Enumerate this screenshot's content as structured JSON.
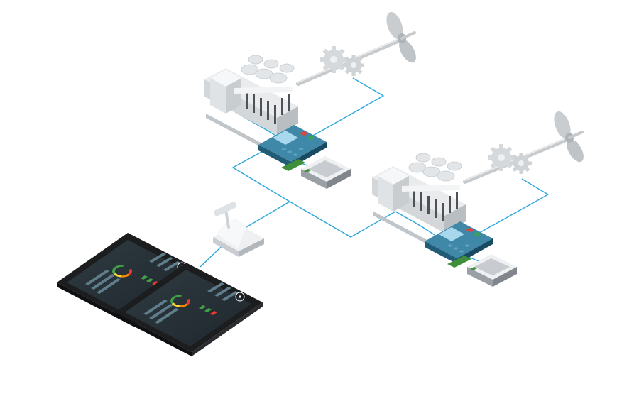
{
  "colors": {
    "network": "#2aa7dc",
    "engine_light": "#f2f3f4",
    "engine_mid": "#d9dcdf",
    "engine_dark": "#b7bcc1",
    "controller_top": "#3e86a6",
    "controller_side": "#1f5a75",
    "screen": "#9fd3ea",
    "button_red": "#d9463b",
    "button_green": "#3aa35a",
    "pcb_green": "#3f8f3a",
    "module_top": "#eef0f2",
    "module_side": "#9aa0a6",
    "tablet_bezel": "#1c1d1f",
    "tablet_screen": "#263238",
    "gauge_red": "#e53935",
    "gauge_orange": "#fb8c00",
    "gauge_yellow": "#fdd835",
    "gauge_green": "#43a047",
    "logo_text": "#ffffff"
  },
  "icons": {
    "engine": "diesel-engine-icon",
    "gearbox": "gearbox-icon",
    "propeller": "propeller-icon",
    "controller": "engine-controller-icon",
    "io_module": "io-module-icon",
    "throttle": "throttle-lever-icon",
    "tablet": "display-tablet-icon",
    "brand": "brand-logo-icon"
  },
  "propulsion_lines": [
    {
      "name": "propulsion-line-1"
    },
    {
      "name": "propulsion-line-2"
    }
  ],
  "displays": [
    {
      "name": "display-1"
    },
    {
      "name": "display-2"
    }
  ]
}
